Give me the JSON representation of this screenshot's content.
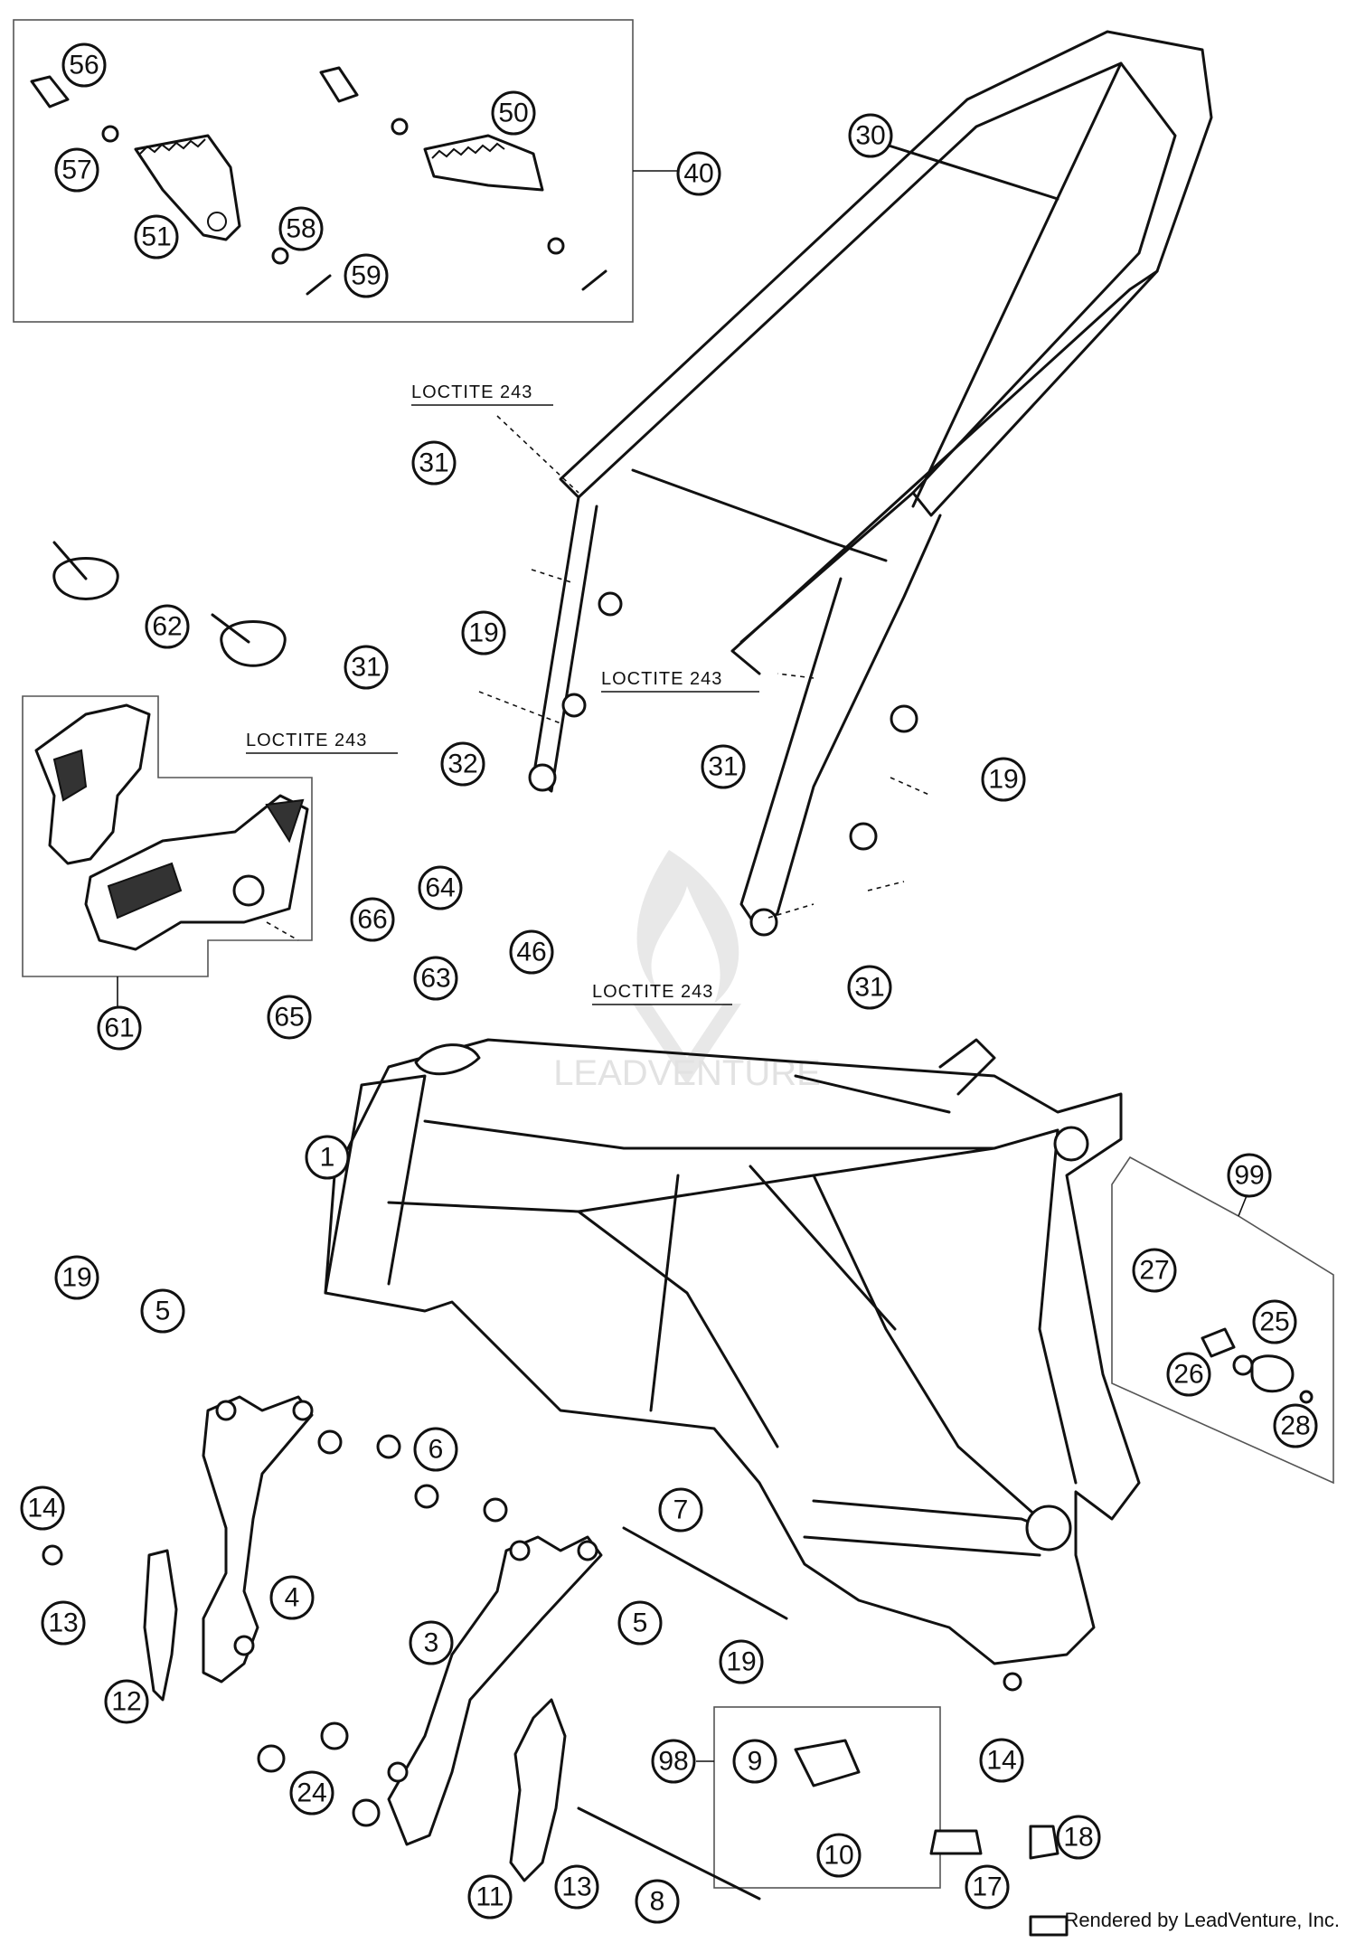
{
  "callouts": [
    "56",
    "50",
    "30",
    "57",
    "40",
    "51",
    "58",
    "59",
    "31",
    "62",
    "19",
    "31",
    "61",
    "64",
    "66",
    "63",
    "46",
    "65",
    "31",
    "1",
    "99",
    "19",
    "5",
    "27",
    "25",
    "6",
    "26",
    "28",
    "14",
    "7",
    "4",
    "13",
    "3",
    "5",
    "19",
    "12",
    "98",
    "9",
    "14",
    "24",
    "10",
    "18",
    "17",
    "11",
    "13",
    "8",
    "32",
    "31",
    "19",
    "31"
  ],
  "notes": [
    "LOCTITE 243",
    "LOCTITE 243",
    "LOCTITE 243",
    "LOCTITE 243"
  ],
  "watermark_text": "LEADVENTURE",
  "credit": "Rendered by LeadVenture, Inc."
}
